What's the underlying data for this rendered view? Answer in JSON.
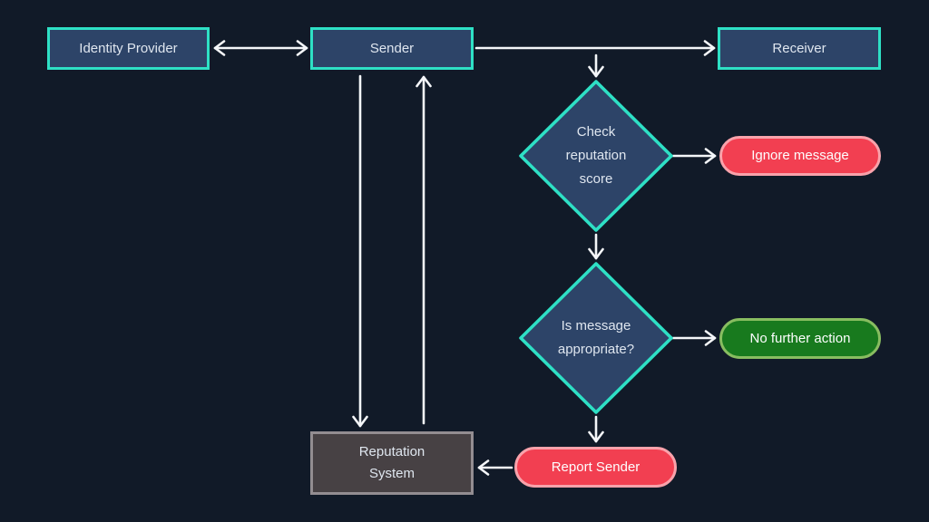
{
  "title": "Sender reputation flowchart",
  "colors": {
    "background": "#111a28",
    "node_fill": "#2d4468",
    "node_border": "#2ee0c5",
    "label": "#dfe6ef",
    "pill_label": "#fdfefe",
    "arrow": "#f4f6f9",
    "red_fill": "#f23f51",
    "red_border": "#f9a2ab",
    "green_fill": "#187a1e",
    "green_border": "#88bd60",
    "gray_fill": "#474144",
    "gray_border": "#938d91"
  },
  "nodes": {
    "identity_provider": {
      "label": "Identity Provider",
      "shape": "rectangle"
    },
    "sender": {
      "label": "Sender",
      "shape": "rectangle"
    },
    "receiver": {
      "label": "Receiver",
      "shape": "rectangle"
    },
    "check_reputation": {
      "label": "Check\nreputation\nscore",
      "shape": "diamond"
    },
    "ignore_message": {
      "label": "Ignore message",
      "shape": "pill",
      "color": "red"
    },
    "is_appropriate": {
      "label": "Is message\nappropriate?",
      "shape": "diamond"
    },
    "no_further_action": {
      "label": "No further action",
      "shape": "pill",
      "color": "green"
    },
    "report_sender": {
      "label": "Report Sender",
      "shape": "pill",
      "color": "red"
    },
    "reputation_system": {
      "label": "Reputation\nSystem",
      "shape": "rectangle",
      "color": "gray"
    }
  },
  "edges": [
    {
      "from": "identity_provider",
      "to": "sender",
      "bidirectional": true
    },
    {
      "from": "sender",
      "to": "receiver"
    },
    {
      "from": "sender",
      "to": "check_reputation"
    },
    {
      "from": "check_reputation",
      "to": "ignore_message"
    },
    {
      "from": "check_reputation",
      "to": "is_appropriate"
    },
    {
      "from": "is_appropriate",
      "to": "no_further_action"
    },
    {
      "from": "is_appropriate",
      "to": "report_sender"
    },
    {
      "from": "report_sender",
      "to": "reputation_system"
    },
    {
      "from": "sender",
      "to": "reputation_system"
    },
    {
      "from": "reputation_system",
      "to": "sender"
    }
  ]
}
